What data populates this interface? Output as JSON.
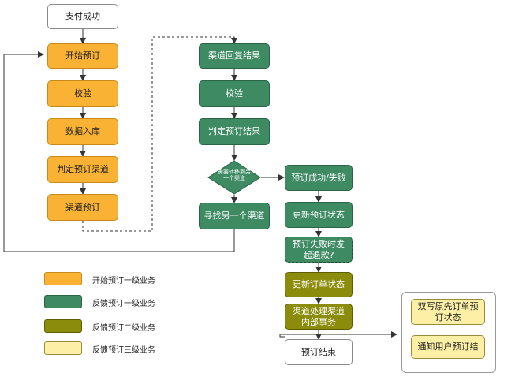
{
  "nodes": {
    "pay_success": "支付成功",
    "start_booking": "开始预订",
    "verify_left": "校验",
    "data_store": "数据入库",
    "decide_channel": "判定预订渠道",
    "channel_booking": "渠道预订",
    "channel_reply": "渠道回复结果",
    "verify_right": "校验",
    "decide_result": "判定预订结果",
    "decision_text": "需要转移到另一个渠道",
    "find_channel": "寻找另一个渠道",
    "booking_result": "预订成功/失败",
    "update_status": "更新预订状态",
    "refund_question": "预订失败时发起退款?",
    "update_order": "更新订单状态",
    "channel_internal": "渠道处理渠道内部事务",
    "booking_end": "预订结束",
    "double_write": "双写原先订单预订状态",
    "notify_user": "通知用户预订结"
  },
  "legend": [
    {
      "label": "开始预订一级业务",
      "color": "#f9b233"
    },
    {
      "label": "反馈预订一级业务",
      "color": "#3e8a63"
    },
    {
      "label": "反馈预订二级业务",
      "color": "#8c8c0c"
    },
    {
      "label": "反馈预订三级业务",
      "color": "#fdf0a6"
    }
  ]
}
